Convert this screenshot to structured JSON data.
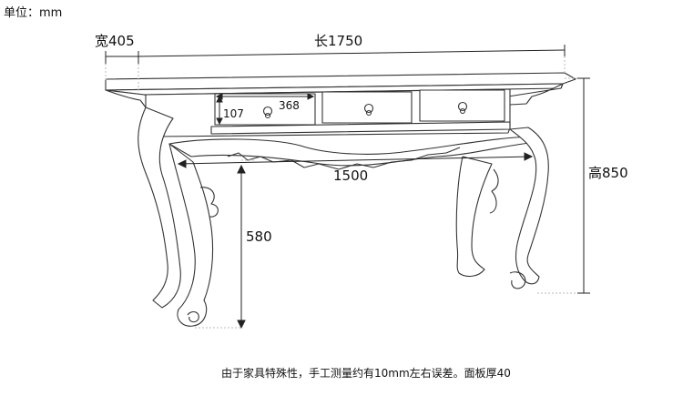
{
  "unit_label": "单位：mm",
  "dimensions": {
    "width": "宽405",
    "length": "长1750",
    "height": "高850",
    "inner_span": "1500",
    "leg_clearance": "580",
    "drawer_height": "107",
    "drawer_width": "368"
  },
  "note": "由于家具特殊性，手工测量约有10mm左右误差。面板厚40",
  "colors": {
    "line": "#333333",
    "dim_line": "#222222",
    "leader": "#bbbbbb"
  }
}
